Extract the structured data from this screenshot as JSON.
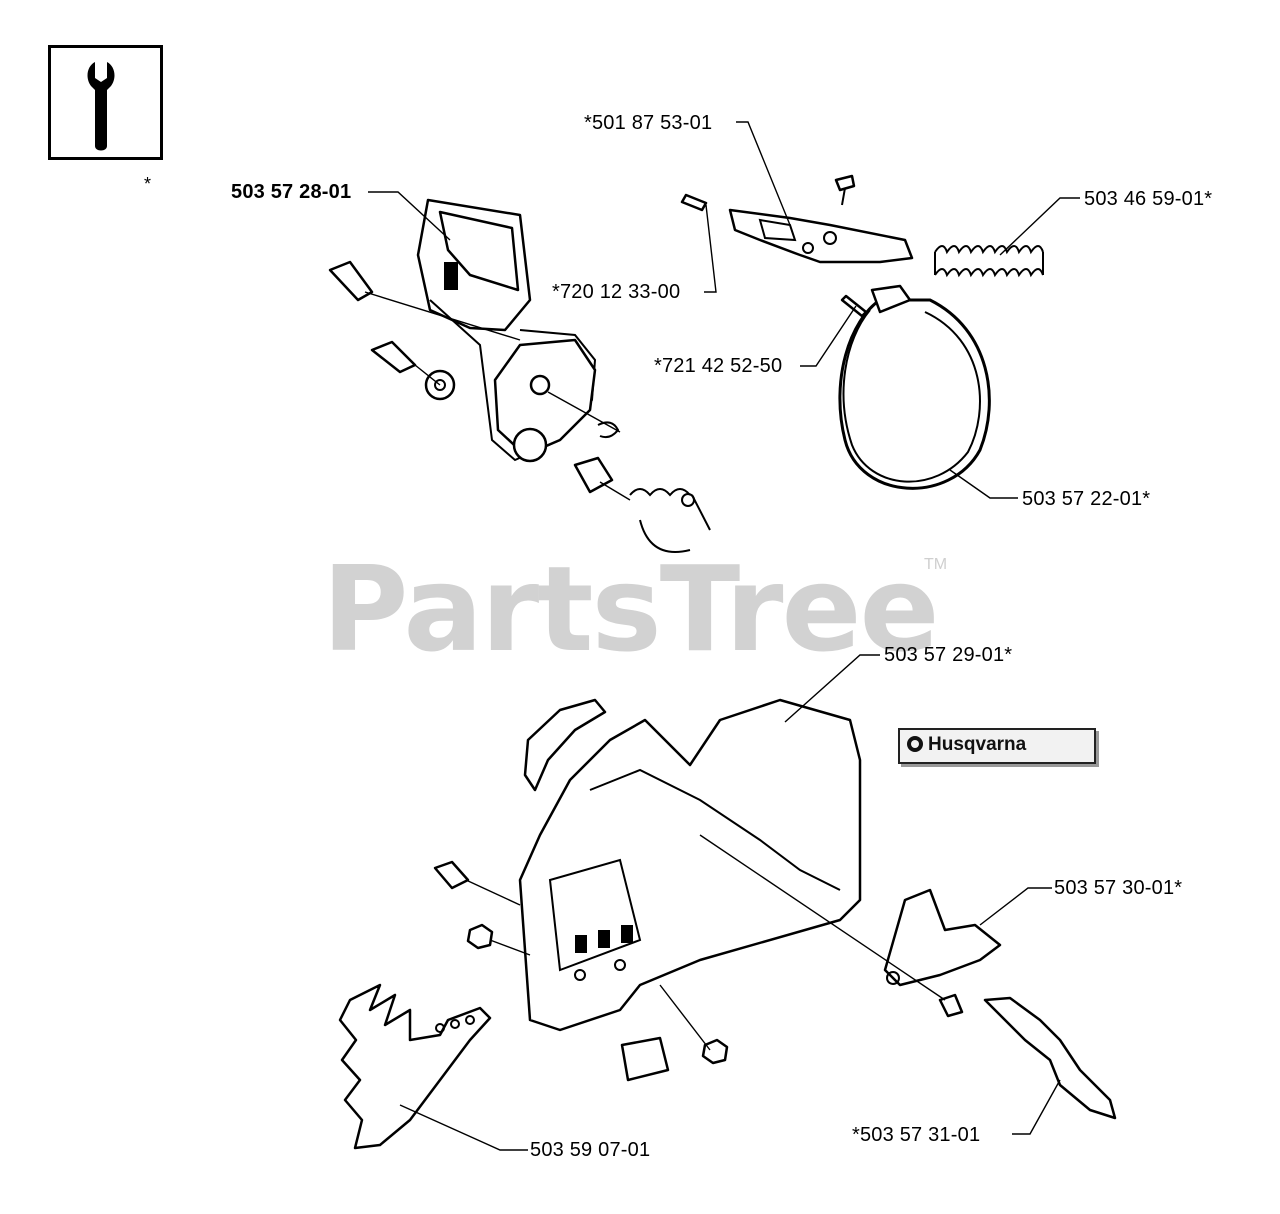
{
  "watermark": {
    "text": "PartsTree",
    "trademark": "TM"
  },
  "brand_logo": {
    "text": "Husqvarna"
  },
  "header": {
    "asterisk": "*",
    "tool_icon": "wrench-icon"
  },
  "labels": [
    {
      "id": "p1",
      "text": "503 57 28-01",
      "bold": true
    },
    {
      "id": "p2",
      "text": "*501 87 53-01"
    },
    {
      "id": "p3",
      "text": "503 46 59-01*"
    },
    {
      "id": "p4",
      "text": "*720 12 33-00"
    },
    {
      "id": "p5",
      "text": "*721 42 52-50"
    },
    {
      "id": "p6",
      "text": "503 57 22-01*"
    },
    {
      "id": "p7",
      "text": "503 57 29-01*"
    },
    {
      "id": "p8",
      "text": "503 57 30-01*"
    },
    {
      "id": "p9",
      "text": "*503 57 31-01"
    },
    {
      "id": "p10",
      "text": "503 59 07-01"
    }
  ]
}
